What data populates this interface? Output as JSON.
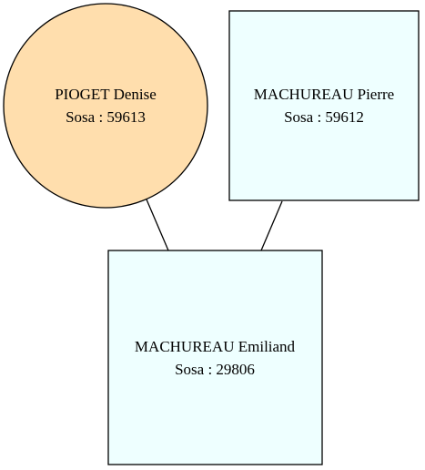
{
  "nodes": {
    "mother": {
      "name": "PIOGET Denise",
      "sosa": "Sosa : 59613",
      "shape": "circle",
      "fill": "#ffdead"
    },
    "father": {
      "name": "MACHUREAU Pierre",
      "sosa": "Sosa : 59612",
      "shape": "box",
      "fill": "#eeffff"
    },
    "child": {
      "name": "MACHUREAU Emiliand",
      "sosa": "Sosa : 29806",
      "shape": "box",
      "fill": "#eeffff"
    }
  },
  "edges": [
    {
      "from": "mother",
      "to": "child"
    },
    {
      "from": "father",
      "to": "child"
    }
  ]
}
